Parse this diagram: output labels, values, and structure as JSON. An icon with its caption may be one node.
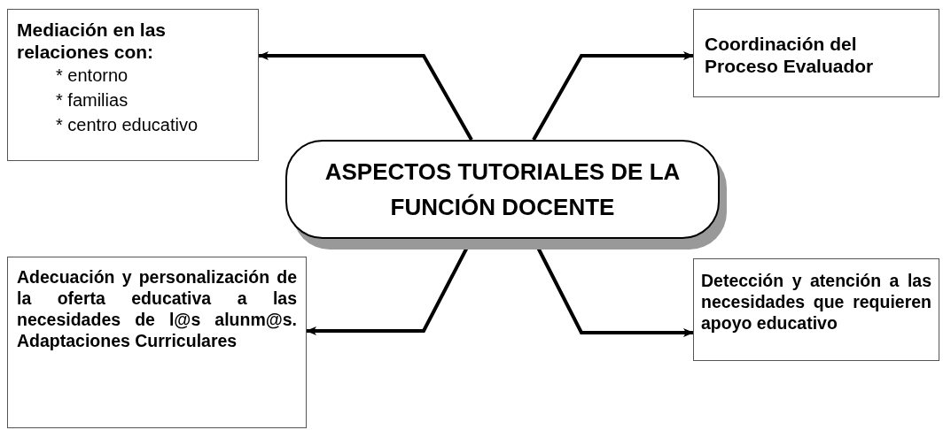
{
  "diagram": {
    "nodes": [
      {
        "text": [
          "ASPECTOS TUTORIALES DE LA FUNCIÓN DOCENTE"
        ]
      },
      {
        "text": [
          "Mediación en las relaciones con:",
          "* entorno",
          "* familias",
          "* centro educativo"
        ]
      },
      {
        "text": [
          "Coordinación del Proceso Evaluador"
        ]
      },
      {
        "text": [
          "Adecuación y personalización de la oferta educativa a las necesidades de l@s alunm@s. Adaptaciones Curriculares"
        ]
      },
      {
        "text": [
          "Detección y atención a las necesidades que requieren apoyo educativo"
        ]
      }
    ],
    "edges": [
      {
        "from": 0,
        "to": 1,
        "arrow": "to"
      },
      {
        "from": 0,
        "to": 2,
        "arrow": "to"
      },
      {
        "from": 0,
        "to": 3,
        "arrow": "to"
      },
      {
        "from": 0,
        "to": 4,
        "arrow": "to"
      }
    ]
  }
}
